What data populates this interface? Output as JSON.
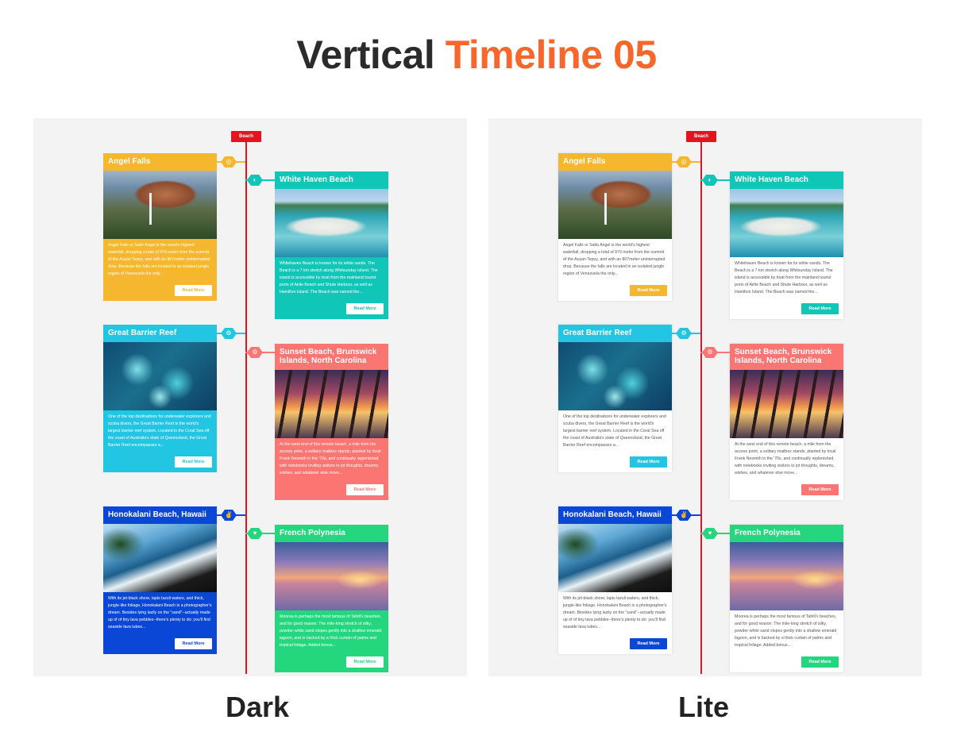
{
  "title": {
    "part1": "Vertical",
    "part2": "Timeline 05"
  },
  "colors": {
    "accent": "#f7672b",
    "line": "#e3141d"
  },
  "panels": [
    {
      "caption": "Dark",
      "category": "Beach"
    },
    {
      "caption": "Lite",
      "category": "Beach"
    }
  ],
  "cards": [
    {
      "title": "Angel Falls",
      "icon": "target-icon",
      "image": "waterfall-image",
      "color": "#f5b72e",
      "text": "Angel Falls or Salto Angel is the world's highest waterfall, dropping a total of 979 meter from the summit of the Auyan Tepuy, and with an 807meter uninterrupted drop. Because the falls are located in an isolated jungle region of Venezuela the only...",
      "button": "Read More"
    },
    {
      "title": "White Haven Beach",
      "icon": "contrast-icon",
      "image": "beach-image",
      "color": "#10c6b6",
      "text": "Whitehaven Beach is known for its white sands. The Beach is a 7 km stretch along Whitsunday Island. The island is accessible by boat from the mainland tourist ports of Airlie Beach and Shute Harbour, as well as Hamilton Island. The Beach was named the...",
      "button": "Read More"
    },
    {
      "title": "Great Barrier Reef",
      "icon": "gears-icon",
      "image": "reef-image",
      "color": "#22c6e3",
      "text": "One of the top destinations for underwater explorers and scuba divers, the Great Barrier Reef is the world's largest barrier reef system. Located in the Coral Sea off the coast of Australia's state of Queensland, the Great Barrier Reef encompasses a...",
      "button": "Read More"
    },
    {
      "title": "Sunset Beach, Brunswick Islands,  North Carolina",
      "icon": "gears-icon",
      "image": "sunset-image",
      "color": "#fb7573",
      "text": "At the west end of this remote beach, a mile from the access point, a solitary mailbox stands, planted by local Frank Nesmith in the '70s, and continually replenished with notebooks inviting visitors to jot thoughts, dreams, wishes, and whatever else move...",
      "button": "Read More"
    },
    {
      "title": "Honokalani Beach, Hawaii",
      "icon": "hand-icon",
      "image": "hawaii-image",
      "color": "#0b47d6",
      "text": "With its jet-black shore, lapis lazuli waters, and thick, jungle-like foliage, Honokalani Beach is a photographer's dream. Besides lying lazily on the \"sand\"--actually made up of of tiny lava pebbles--there's plenty to do: you'll find seaside lava tubes...",
      "button": "Read More"
    },
    {
      "title": "French Polynesia",
      "icon": "heart-icon",
      "image": "polynesia-image",
      "color": "#24d67d",
      "text": "Moorea is perhaps the most famous of Tahiti's beaches, and for good reason: The mile-long stretch of silky, powder-white sand slopes gently into a shallow emerald lagoon, and is backed by a thick curtain of palms and tropical foliage. Added bonus...",
      "button": "Read More"
    }
  ]
}
